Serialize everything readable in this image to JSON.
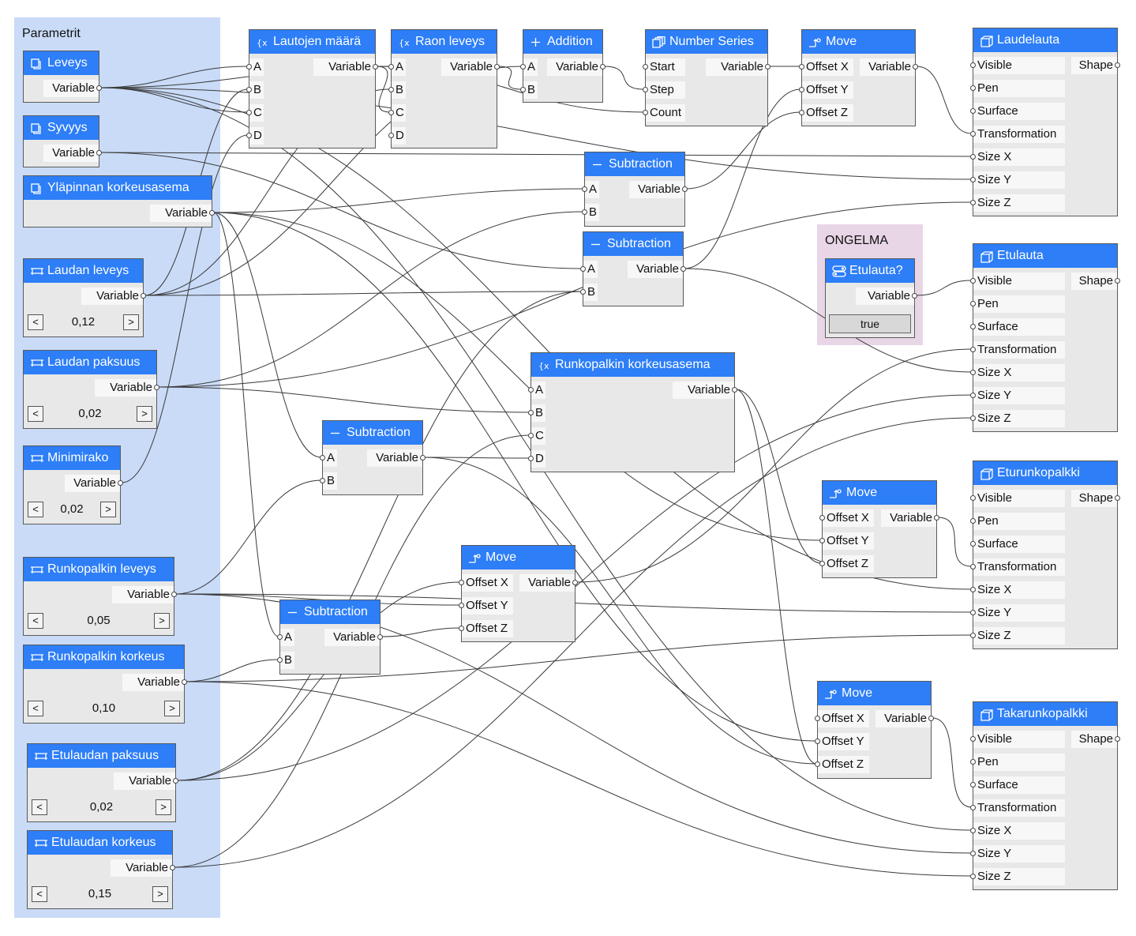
{
  "groups": {
    "parametrit": {
      "title": "Parametrit",
      "color": "#c9dbf7"
    },
    "ongelma": {
      "title": "ONGELMA",
      "color": "#e8d6e6"
    }
  },
  "colors": {
    "header": "#2d7ef7",
    "node_body": "#e8e8e8",
    "wire": "#3a3a3a"
  },
  "nodes": {
    "leveys": {
      "title": "Leveys",
      "icon": "variable-icon",
      "output": "Variable"
    },
    "syvyys": {
      "title": "Syvyys",
      "icon": "variable-icon",
      "output": "Variable"
    },
    "ylapinta": {
      "title": "Yläpinnan korkeusasema",
      "icon": "variable-icon",
      "output": "Variable"
    },
    "laudan_leveys": {
      "title": "Laudan leveys",
      "icon": "slider-icon",
      "output": "Variable",
      "value": "0,12"
    },
    "laudan_paksuus": {
      "title": "Laudan paksuus",
      "icon": "slider-icon",
      "output": "Variable",
      "value": "0,02"
    },
    "minimirako": {
      "title": "Minimirako",
      "icon": "slider-icon",
      "output": "Variable",
      "value": "0,02"
    },
    "runko_leveys": {
      "title": "Runkopalkin leveys",
      "icon": "slider-icon",
      "output": "Variable",
      "value": "0,05"
    },
    "runko_korkeus": {
      "title": "Runkopalkin korkeus",
      "icon": "slider-icon",
      "output": "Variable",
      "value": "0,10"
    },
    "etulauta_paksuus": {
      "title": "Etulaudan paksuus",
      "icon": "slider-icon",
      "output": "Variable",
      "value": "0,02"
    },
    "etulauta_korkeus": {
      "title": "Etulaudan korkeus",
      "icon": "slider-icon",
      "output": "Variable",
      "value": "0,15"
    },
    "lautojen_maara": {
      "title": "Lautojen määrä",
      "icon": "expression-icon",
      "inputs": [
        "A",
        "B",
        "C",
        "D"
      ],
      "output": "Variable"
    },
    "raon_leveys": {
      "title": "Raon leveys",
      "icon": "expression-icon",
      "inputs": [
        "A",
        "B",
        "C",
        "D"
      ],
      "output": "Variable"
    },
    "addition": {
      "title": "Addition",
      "icon": "plus-icon",
      "inputs": [
        "A",
        "B"
      ],
      "output": "Variable"
    },
    "number_series": {
      "title": "Number Series",
      "icon": "series-icon",
      "inputs": [
        "Start",
        "Step",
        "Count"
      ],
      "output": "Variable"
    },
    "move1": {
      "title": "Move",
      "icon": "move-icon",
      "inputs": [
        "Offset X",
        "Offset Y",
        "Offset Z"
      ],
      "output": "Variable"
    },
    "sub1": {
      "title": "Subtraction",
      "icon": "minus-icon",
      "inputs": [
        "A",
        "B"
      ],
      "output": "Variable"
    },
    "sub2": {
      "title": "Subtraction",
      "icon": "minus-icon",
      "inputs": [
        "A",
        "B"
      ],
      "output": "Variable"
    },
    "runko_korkeusasema": {
      "title": "Runkopalkin korkeusasema",
      "icon": "expression-icon",
      "inputs": [
        "A",
        "B",
        "C",
        "D"
      ],
      "output": "Variable"
    },
    "sub3": {
      "title": "Subtraction",
      "icon": "minus-icon",
      "inputs": [
        "A",
        "B"
      ],
      "output": "Variable"
    },
    "sub4": {
      "title": "Subtraction",
      "icon": "minus-icon",
      "inputs": [
        "A",
        "B"
      ],
      "output": "Variable"
    },
    "move2": {
      "title": "Move",
      "icon": "move-icon",
      "inputs": [
        "Offset X",
        "Offset Y",
        "Offset Z"
      ],
      "output": "Variable"
    },
    "move3": {
      "title": "Move",
      "icon": "move-icon",
      "inputs": [
        "Offset X",
        "Offset Y",
        "Offset Z"
      ],
      "output": "Variable"
    },
    "move4": {
      "title": "Move",
      "icon": "move-icon",
      "inputs": [
        "Offset X",
        "Offset Y",
        "Offset Z"
      ],
      "output": "Variable"
    },
    "etulauta_bool": {
      "title": "Etulauta?",
      "icon": "toggle-icon",
      "output": "Variable",
      "button": "true"
    },
    "laudelauta": {
      "title": "Laudelauta",
      "icon": "box-icon",
      "inputs": [
        "Visible",
        "Pen",
        "Surface",
        "Transformation",
        "Size X",
        "Size Y",
        "Size Z"
      ],
      "output": "Shape"
    },
    "etulauta": {
      "title": "Etulauta",
      "icon": "box-icon",
      "inputs": [
        "Visible",
        "Pen",
        "Surface",
        "Transformation",
        "Size X",
        "Size Y",
        "Size Z"
      ],
      "output": "Shape"
    },
    "eturunkopalkki": {
      "title": "Eturunkopalkki",
      "icon": "box-icon",
      "inputs": [
        "Visible",
        "Pen",
        "Surface",
        "Transformation",
        "Size X",
        "Size Y",
        "Size Z"
      ],
      "output": "Shape"
    },
    "takarunkopalkki": {
      "title": "Takarunkopalkki",
      "icon": "box-icon",
      "inputs": [
        "Visible",
        "Pen",
        "Surface",
        "Transformation",
        "Size X",
        "Size Y",
        "Size Z"
      ],
      "output": "Shape"
    }
  }
}
